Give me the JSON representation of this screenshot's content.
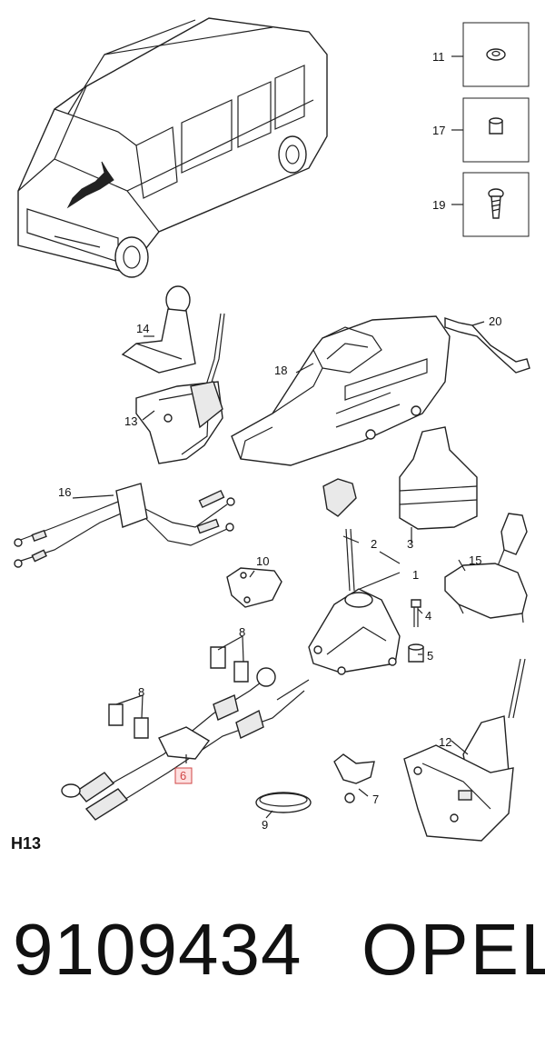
{
  "diagram": {
    "callouts": [
      {
        "id": "c1",
        "label": "1"
      },
      {
        "id": "c2",
        "label": "2"
      },
      {
        "id": "c3",
        "label": "3"
      },
      {
        "id": "c4",
        "label": "4"
      },
      {
        "id": "c5",
        "label": "5"
      },
      {
        "id": "c6",
        "label": "6",
        "highlighted": true
      },
      {
        "id": "c7",
        "label": "7"
      },
      {
        "id": "c8a",
        "label": "8"
      },
      {
        "id": "c8b",
        "label": "8"
      },
      {
        "id": "c9",
        "label": "9"
      },
      {
        "id": "c10",
        "label": "10"
      },
      {
        "id": "c11",
        "label": "11"
      },
      {
        "id": "c12",
        "label": "12"
      },
      {
        "id": "c13",
        "label": "13"
      },
      {
        "id": "c14",
        "label": "14"
      },
      {
        "id": "c15",
        "label": "15"
      },
      {
        "id": "c16",
        "label": "16"
      },
      {
        "id": "c17",
        "label": "17"
      },
      {
        "id": "c18",
        "label": "18"
      },
      {
        "id": "c19",
        "label": "19"
      },
      {
        "id": "c20",
        "label": "20"
      }
    ],
    "highlight_color": "#d04545"
  },
  "section_code": "H13",
  "part_number": "9109434",
  "brand": "OPEL"
}
